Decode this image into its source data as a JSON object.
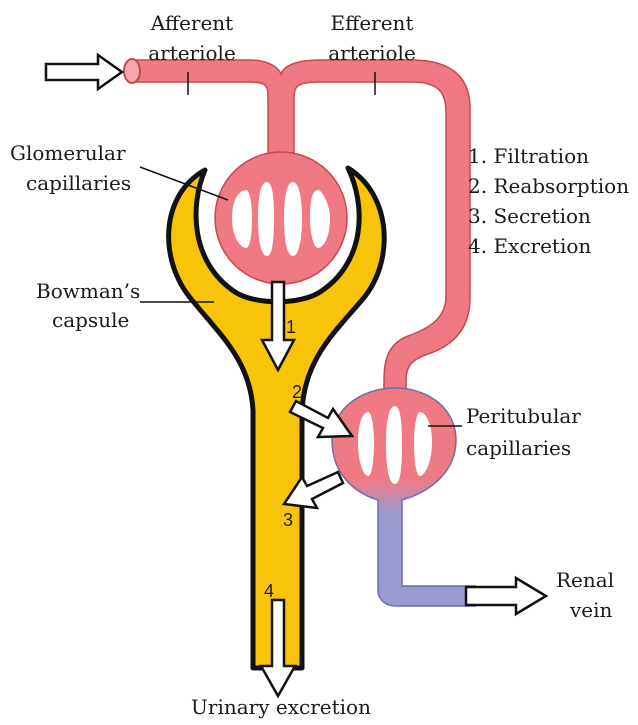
{
  "labels": {
    "afferent_1": "Afferent",
    "afferent_2": "arteriole",
    "efferent_1": "Efferent",
    "efferent_2": "arteriole",
    "glomerular_1": "Glomerular",
    "glomerular_2": "capillaries",
    "bowmans_1": "Bowman’s",
    "bowmans_2": "capsule",
    "peritubular_1": "Peritubular",
    "peritubular_2": "capillaries",
    "renal_1": "Renal",
    "renal_2": "vein",
    "urinary": "Urinary excretion"
  },
  "legend": [
    "1. Filtration",
    "2. Reabsorption",
    "3. Secretion",
    "4. Excretion"
  ],
  "step_numbers": [
    "1",
    "2",
    "3",
    "4"
  ],
  "colors": {
    "blood_artery": "#f07a83",
    "blood_vein": "#9a9ad0",
    "capsule": "#f8c40a",
    "outline": "#111111"
  }
}
